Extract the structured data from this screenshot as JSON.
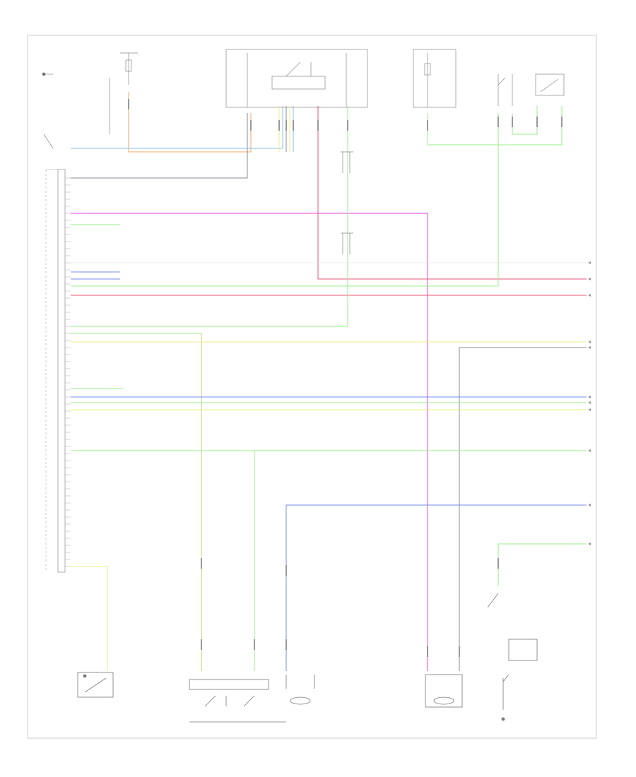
{
  "diagram": {
    "title": "",
    "bottom_captions": {
      "transmission": "",
      "footer_left": "",
      "speed_sensor": "",
      "cruise_label": ""
    },
    "ecm": {
      "name": ""
    },
    "components": [
      {
        "id": "fuse-top-left",
        "label": ""
      },
      {
        "id": "fuse-center-left",
        "label": ""
      },
      {
        "id": "fuse-center-right",
        "label": ""
      },
      {
        "id": "fuse-top-right",
        "label": ""
      },
      {
        "id": "neutral-switch",
        "label": ""
      },
      {
        "id": "brake-switch",
        "label": ""
      },
      {
        "id": "od-switch",
        "label": ""
      },
      {
        "id": "speed-sensor-left",
        "label": ""
      },
      {
        "id": "speed-sensor-right",
        "label": ""
      },
      {
        "id": "throttle-sensor",
        "label": ""
      },
      {
        "id": "solenoid-pack",
        "label": ""
      },
      {
        "id": "od-off-switch",
        "label": ""
      }
    ],
    "wire_colors": {
      "red": "#ee5577",
      "pink": "#ee66dd",
      "green": "#99ee88",
      "yellow": "#eeee88",
      "blue": "#7788ee",
      "lightblue": "#88bbee",
      "orange": "#eeaa66",
      "gray": "#888899",
      "black": "#666666"
    }
  }
}
